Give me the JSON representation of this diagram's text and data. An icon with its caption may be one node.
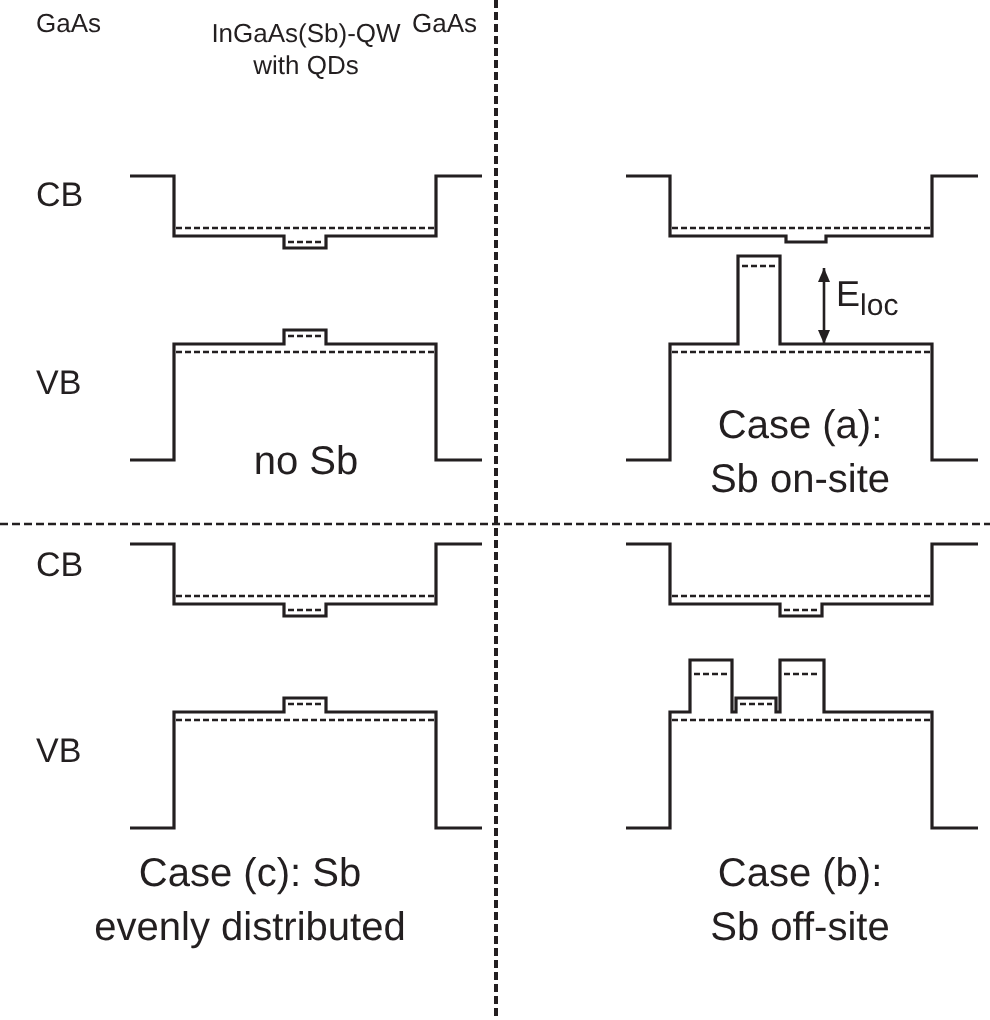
{
  "diagram": {
    "labels": [
      "GaAs",
      "InGaAs(Sb)-QW with QDs",
      "GaAs",
      "CB",
      "VB",
      "no Sb",
      "E$_{loc}$",
      "Case (a): Sb on-site",
      "CB",
      "VB",
      "Case (c): Sb evenly distributed",
      "Case (b): Sb off-site"
    ]
  }
}
